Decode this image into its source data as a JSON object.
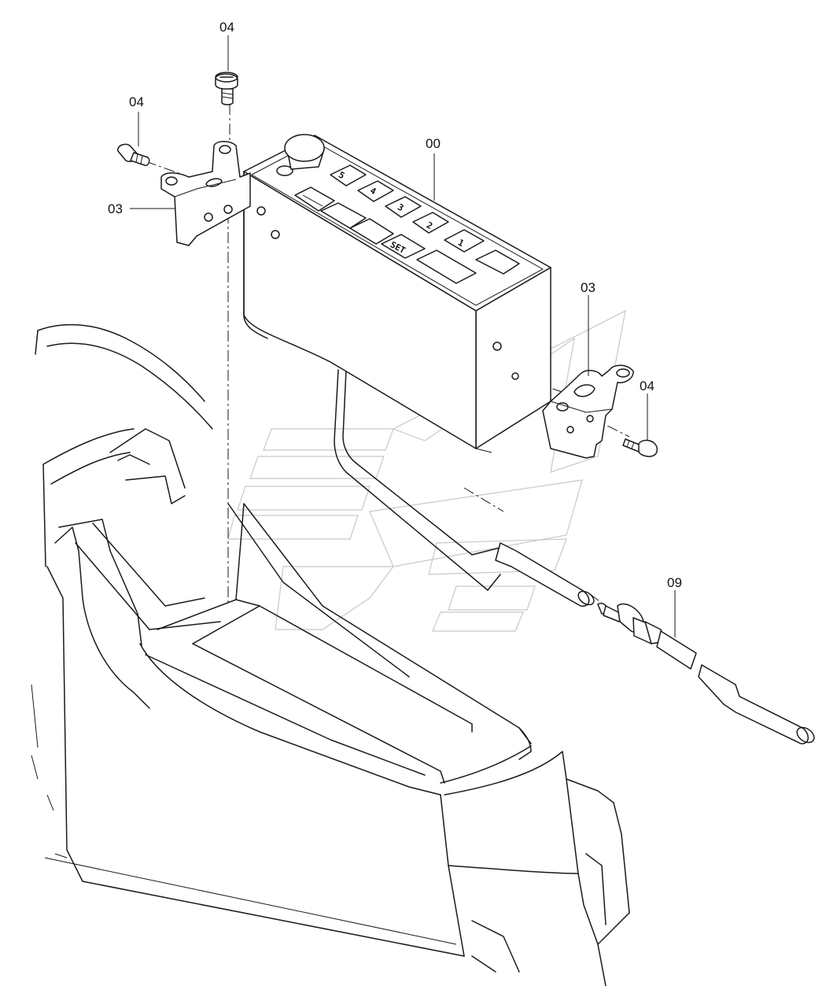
{
  "callouts": {
    "c04_top": "04",
    "c04_left": "04",
    "c03_left": "03",
    "c00": "00",
    "c03_right": "03",
    "c04_right": "04",
    "c09": "09"
  },
  "keypad": {
    "k5": "5",
    "k4": "4",
    "k3": "3",
    "k2": "2",
    "k1": "1",
    "set": "SET"
  },
  "colors": {
    "line": "#1a1a1a",
    "watermark": "#c8c8c8",
    "background": "#ffffff"
  }
}
